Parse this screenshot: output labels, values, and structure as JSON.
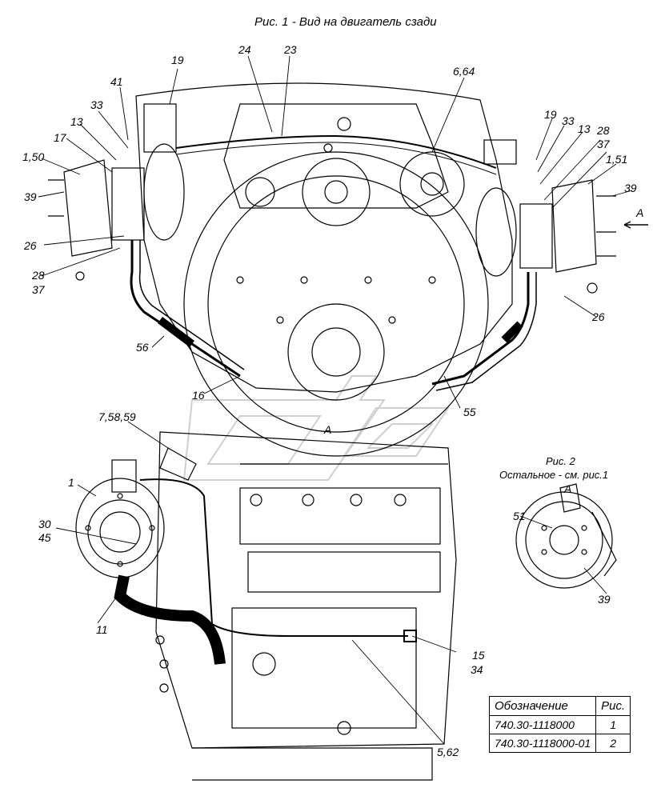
{
  "figure1": {
    "title": "Рис. 1  - Вид на двигатель сзади"
  },
  "figure2": {
    "title": "Рис. 2",
    "subtitle": "Остальное - см. рис.1",
    "view": "А",
    "labels": [
      "51",
      "39"
    ]
  },
  "view_label": "А",
  "arrow_label": "А",
  "top_labels": [
    "19",
    "24",
    "23",
    "6,64",
    "41",
    "33",
    "13",
    "17",
    "1,50",
    "39",
    "26",
    "28",
    "37",
    "56",
    "16",
    "55",
    "19",
    "33",
    "13",
    "28",
    "37",
    "1,51",
    "39",
    "26"
  ],
  "bottom_labels": [
    "7,58,59",
    "1",
    "30",
    "45",
    "11",
    "15",
    "34",
    "5,62"
  ],
  "table": {
    "headers": [
      "Обозначение",
      "Рис."
    ],
    "rows": [
      [
        "740.30-1118000",
        "1"
      ],
      [
        "740.30-1118000-01",
        "2"
      ]
    ]
  }
}
